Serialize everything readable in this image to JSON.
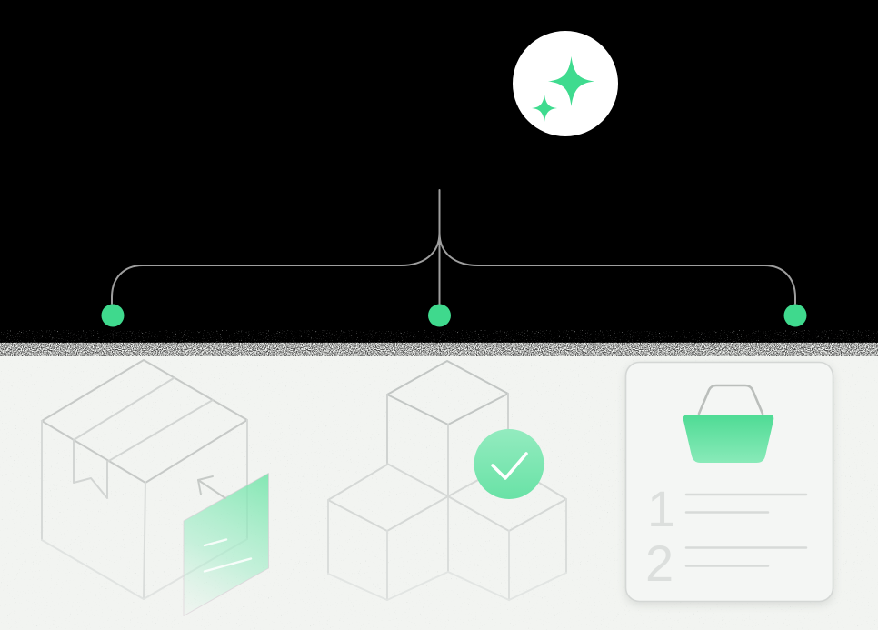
{
  "colors": {
    "accent_green": "#3fd98d",
    "badge_background": "#ffffff",
    "connector_line": "#9e9e9e",
    "backdrop_top": "#000000",
    "backdrop_bottom": "#f2f4f1",
    "outline_gray": "#d5d8d6",
    "check_gradient_top": "#93ebbf",
    "check_gradient_bottom": "#69e2a6",
    "basket_gradient_top": "#4edb94",
    "basket_gradient_bottom": "#89eab9"
  },
  "badge": {
    "icon": "sparkles-icon"
  },
  "connector": {
    "dot_count": "3"
  },
  "illustrations": {
    "package": {
      "icon": "package-box-illustration",
      "label_icon": "shipping-label",
      "arrow_icon": "arrow-up-left-icon"
    },
    "cubes": {
      "icon": "stacked-cubes-illustration",
      "status_icon": "check-circle-icon",
      "check_icon": "checkmark-icon"
    },
    "checklist": {
      "icon": "checklist-card",
      "basket_icon": "basket-icon",
      "steps": [
        {
          "number": "1"
        },
        {
          "number": "2"
        }
      ]
    }
  }
}
